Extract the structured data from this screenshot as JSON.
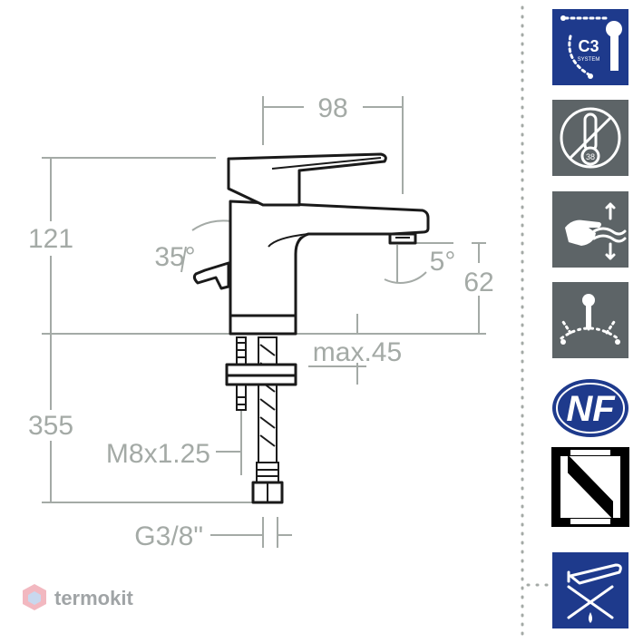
{
  "dimensions": {
    "width_top": "98",
    "height_upper": "121",
    "height_lower": "355",
    "lever_angle": "35°",
    "spout_angle": "5°",
    "spout_height": "62",
    "max_thickness": "max.45",
    "thread": "M8x1.25",
    "connection": "G3/8\""
  },
  "icons": [
    {
      "name": "c3-system",
      "label_main": "C3",
      "label_sub": "SYSTEM",
      "background": "#1e3a8c"
    },
    {
      "name": "no-thermostat",
      "label_main": "38",
      "background": "#5d6467"
    },
    {
      "name": "cold-start-hand",
      "background": "#5d6467"
    },
    {
      "name": "water-saving-spray",
      "background": "#5d6467"
    },
    {
      "name": "nf-certification",
      "label_main": "NF",
      "background": "#1e3a8c"
    },
    {
      "name": "n-mark-certification",
      "background": "#000000"
    },
    {
      "name": "no-drain-tap",
      "background": "#1e3a8c"
    }
  ],
  "watermark": {
    "text": "termokit"
  },
  "colors": {
    "dimension": "#a4aaa6",
    "outline": "#1a1a1a",
    "brand_blue": "#1e3a8c",
    "icon_grey": "#5d6467"
  }
}
